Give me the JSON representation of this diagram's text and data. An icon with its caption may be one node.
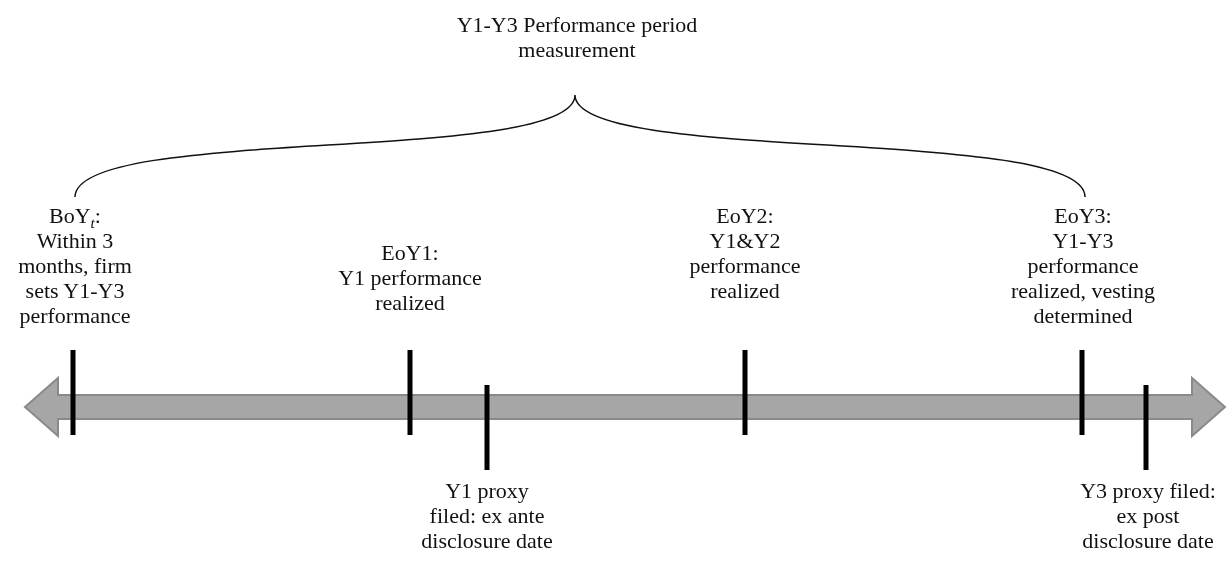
{
  "diagram": {
    "labels": [
      "Y1-Y3 Performance period measurement",
      "BoY$_{t}$:",
      "Within 3 months, firm sets Y1-Y3 performance",
      "EoY1:",
      "Y1 performance realized",
      "EoY2:",
      "Y1&Y2 performance realized",
      "EoY3:",
      "Y1-Y3 performance realized, vesting determined",
      "Y1 proxy",
      "filed: ex ante disclosure date",
      "Y3 proxy filed:",
      "ex post disclosure date"
    ]
  }
}
